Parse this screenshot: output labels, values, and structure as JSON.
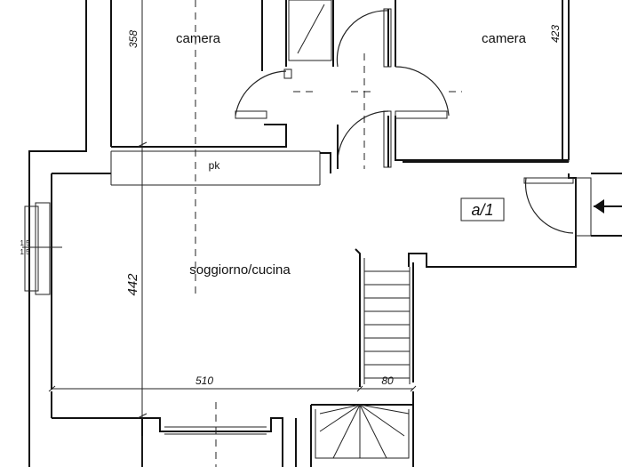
{
  "rooms": {
    "camera_left": "camera",
    "camera_right": "camera",
    "soggiorno": "soggiorno/cucina",
    "pk": "pk"
  },
  "unit_label": "a/1",
  "dimensions": {
    "d358": "358",
    "d423": "423",
    "d442": "442",
    "d510": "510",
    "d80": "80",
    "window_small_top": "1.5",
    "window_small_bottom": "1.5"
  }
}
